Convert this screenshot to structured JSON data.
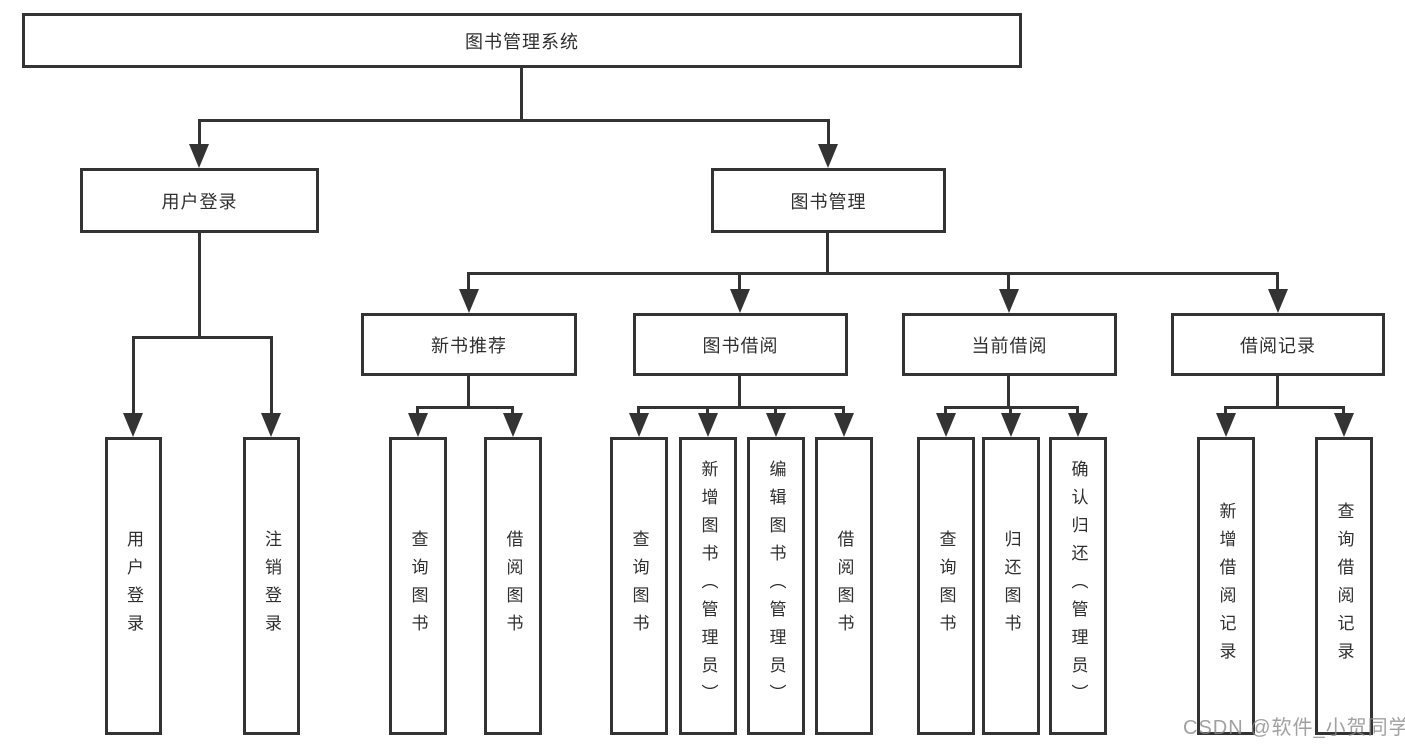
{
  "colors": {
    "background": "#ffffff",
    "line": "#333333",
    "text": "#2f2f2f",
    "watermark": "#8a8a8a"
  },
  "tree": {
    "root": "图书管理系统",
    "branches": [
      {
        "label": "用户登录",
        "children": [
          "用户登录",
          "注销登录"
        ]
      },
      {
        "label": "图书管理",
        "groups": [
          {
            "label": "新书推荐",
            "children": [
              "查询图书",
              "借阅图书"
            ]
          },
          {
            "label": "图书借阅",
            "children": [
              "查询图书",
              "新增图书（管理员）",
              "编辑图书（管理员）",
              "借阅图书"
            ]
          },
          {
            "label": "当前借阅",
            "children": [
              "查询图书",
              "归还图书",
              "确认归还（管理员）"
            ]
          },
          {
            "label": "借阅记录",
            "children": [
              "新增借阅记录",
              "查询借阅记录"
            ]
          }
        ]
      }
    ]
  },
  "watermark": {
    "text": "CSDN @软件_小贺同学"
  }
}
